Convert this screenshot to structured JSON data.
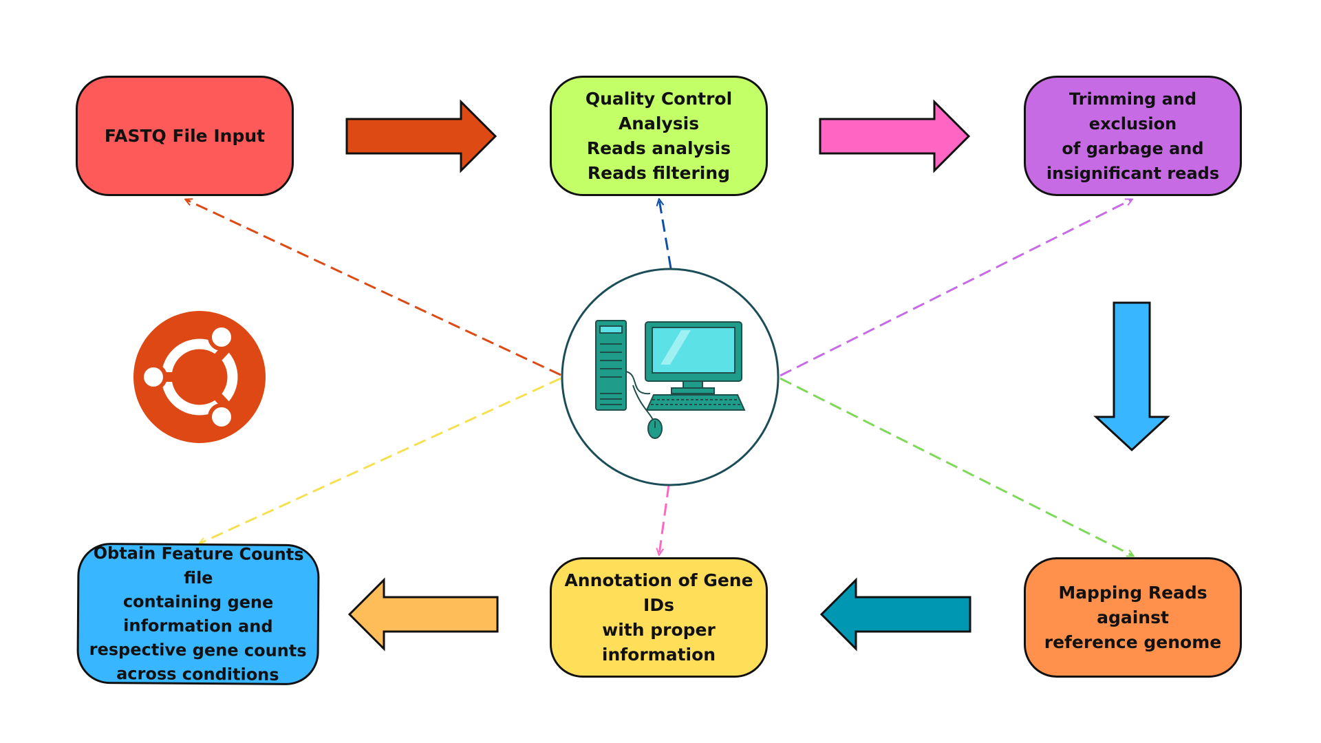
{
  "colors": {
    "fastq": "#FF5A5A",
    "qc": "#C3FF66",
    "trim": "#C76BE5",
    "map": "#FF914D",
    "annot": "#FFDE59",
    "counts": "#38B6FF",
    "arrow_1": "#DD4A14",
    "arrow_2": "#FF66C4",
    "arrow_3": "#38B6FF",
    "arrow_4": "#0097B2",
    "arrow_5": "#FFBD59",
    "ubuntu": "#DD4814",
    "computer": "#1F9C8A",
    "monitor_screen": "#5CE1E6"
  },
  "nodes": {
    "fastq": "FASTQ File Input",
    "qc": "Quality Control\nAnalysis\nReads analysis\nReads filtering",
    "trim": "Trimming and exclusion\nof garbage and\ninsignificant reads",
    "map": "Mapping Reads against\nreference genome",
    "annot": "Annotation of Gene IDs\nwith proper\ninformation",
    "counts": "Obtain Feature Counts file\ncontaining gene\ninformation and\nrespective gene counts\nacross conditions"
  },
  "icons": {
    "center": "computer-icon",
    "logo": "ubuntu-logo-icon"
  },
  "connector_colors": {
    "to_fastq": "#DD4A14",
    "to_qc": "#0D4FA8",
    "to_trim": "#C76BE5",
    "to_map": "#7ED957",
    "to_annot": "#FF66C4",
    "to_counts": "#F5E050"
  }
}
